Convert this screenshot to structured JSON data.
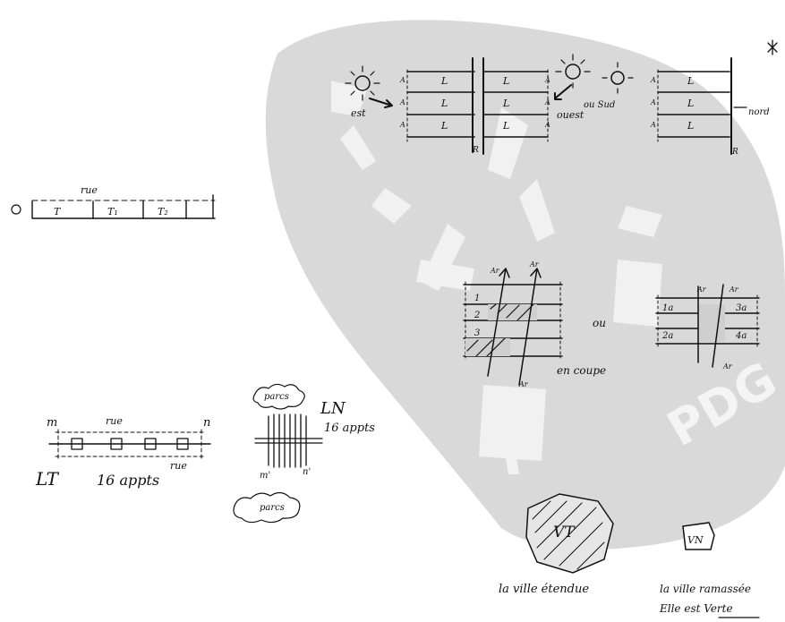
{
  "top_row": {
    "cell_L": "L",
    "cell_A": "A",
    "cell_R": "R",
    "est": "est",
    "ouest": "ouest",
    "ou_sud": "ou Sud",
    "nord": "nord",
    "ou_1": "ou"
  },
  "street_strip": {
    "rue": "rue",
    "cells": [
      "T",
      "T₁",
      "T₂"
    ]
  },
  "section_diagram": {
    "left_labels": [
      "1",
      "2",
      "3"
    ],
    "right_labels": [
      "1a",
      "2a",
      "3a",
      "4a"
    ],
    "ou": "ou",
    "en_coupe": "en coupe",
    "arrow_label": "Ar"
  },
  "lt_diagram": {
    "m": "m",
    "n": "n",
    "rue_top": "rue",
    "rue_bottom": "rue",
    "title": "LT",
    "count": "16 appts"
  },
  "ln_diagram": {
    "parcs_top": "parcs",
    "parcs_bottom": "parcs",
    "title": "LN",
    "count": "16 appts",
    "m_prime": "m'",
    "n_prime": "n'"
  },
  "vt": {
    "label": "VT",
    "caption": "la ville étendue"
  },
  "vn": {
    "label": "VN",
    "caption_line1": "la ville ramassée",
    "caption_line2": "Elle est Verte"
  },
  "watermark": {
    "latin": "PDG"
  },
  "colors": {
    "ink": "#111111",
    "watermark": "#d9d9d9"
  }
}
